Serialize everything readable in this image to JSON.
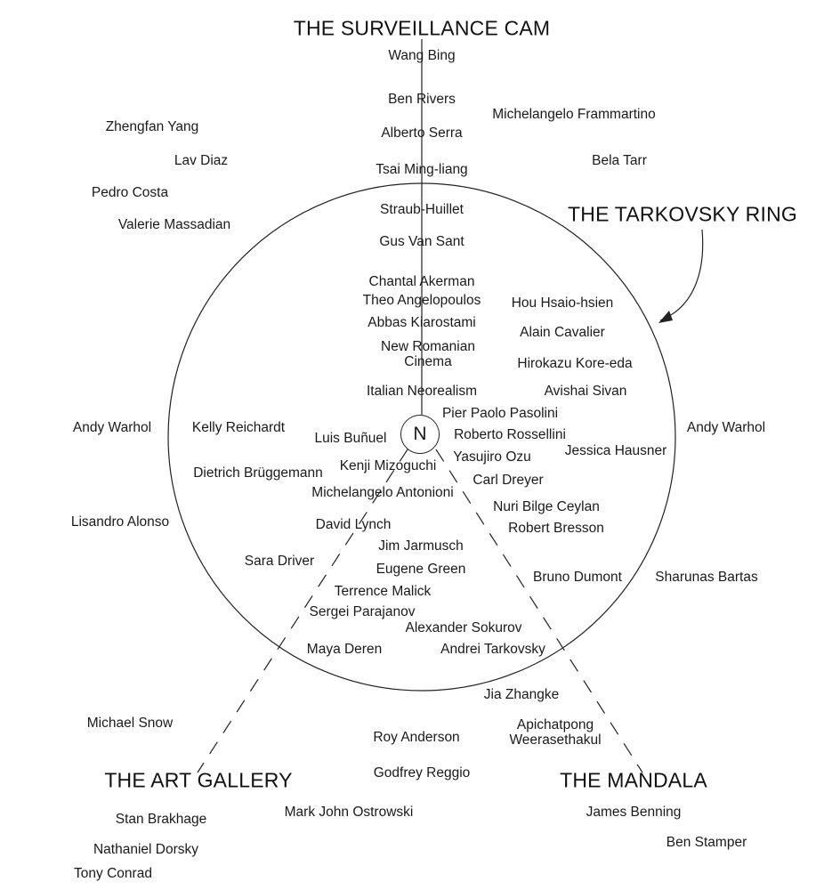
{
  "headings": {
    "surveillance": "THE SURVEILLANCE CAM",
    "tarkovsky": "THE TARKOVSKY RING",
    "art_gallery": "THE ART GALLERY",
    "mandala": "THE MANDALA"
  },
  "center": "N",
  "names": {
    "wang_bing": "Wang Bing",
    "ben_rivers": "Ben Rivers",
    "alberto_serra": "Alberto Serra",
    "tsai_ming_liang": "Tsai Ming-liang",
    "michelangelo_frammartino": "Michelangelo Frammartino",
    "bela_tarr": "Bela Tarr",
    "zhengfan_yang": "Zhengfan Yang",
    "lav_diaz": "Lav Diaz",
    "pedro_costa": "Pedro Costa",
    "valerie_massadian": "Valerie Massadian",
    "straub_huillet": "Straub-Huillet",
    "gus_van_sant": "Gus Van Sant",
    "chantal_akerman": "Chantal Akerman",
    "theo_angelopoulos": "Theo Angelopoulos",
    "abbas_kiarostami": "Abbas Kiarostami",
    "new_romanian_cinema": "New Romanian Cinema",
    "italian_neorealism": "Italian Neorealism",
    "hou_hsiao_hsien": "Hou Hsaio-hsien",
    "alain_cavalier": "Alain Cavalier",
    "hirokazu_kore_eda": "Hirokazu Kore-eda",
    "avishai_sivan": "Avishai Sivan",
    "pier_paolo_pasolini": "Pier Paolo Pasolini",
    "roberto_rossellini": "Roberto Rossellini",
    "jessica_hausner": "Jessica Hausner",
    "yasujiro_ozu": "Yasujiro Ozu",
    "carl_dreyer": "Carl Dreyer",
    "nuri_bilge_ceylan": "Nuri Bilge Ceylan",
    "robert_bresson": "Robert Bresson",
    "bruno_dumont": "Bruno Dumont",
    "sharunas_bartas": "Sharunas Bartas",
    "andy_warhol_left": "Andy Warhol",
    "andy_warhol_right": "Andy Warhol",
    "kelly_reichardt": "Kelly Reichardt",
    "luis_bunuel": "Luis Buñuel",
    "dietrich_bruggemann": "Dietrich Brüggemann",
    "kenji_mizoguchi": "Kenji Mizoguchi",
    "michelangelo_antonioni": "Michelangelo Antonioni",
    "lisandro_alonso": "Lisandro Alonso",
    "david_lynch": "David Lynch",
    "jim_jarmusch": "Jim Jarmusch",
    "sara_driver": "Sara Driver",
    "eugene_green": "Eugene Green",
    "terrence_malick": "Terrence Malick",
    "sergei_parajanov": "Sergei Parajanov",
    "alexander_sokurov": "Alexander Sokurov",
    "maya_deren": "Maya Deren",
    "andrei_tarkovsky": "Andrei Tarkovsky",
    "jia_zhangke": "Jia Zhangke",
    "michael_snow": "Michael Snow",
    "roy_anderson": "Roy Anderson",
    "apichatpong_weerasethakul": "Apichatpong Weerasethakul",
    "godfrey_reggio": "Godfrey Reggio",
    "mark_john_ostrowski": "Mark John Ostrowski",
    "stan_brakhage": "Stan Brakhage",
    "james_benning": "James Benning",
    "ben_stamper": "Ben Stamper",
    "nathaniel_dorsky": "Nathaniel Dorsky",
    "tony_conrad": "Tony Conrad"
  }
}
